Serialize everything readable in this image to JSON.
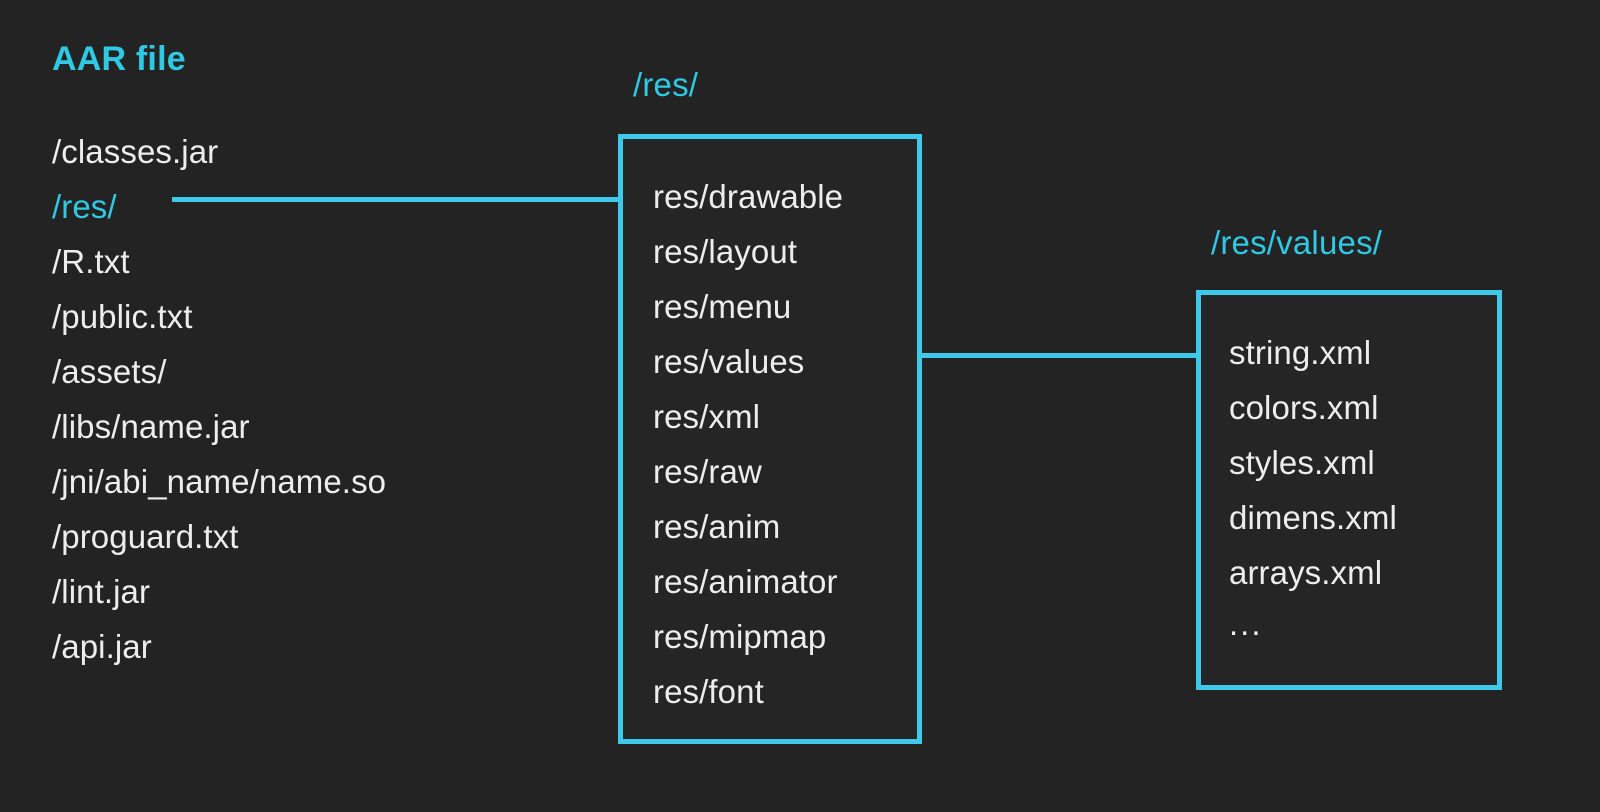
{
  "diagram": {
    "title": "AAR file",
    "colors": {
      "accent": "#3FC9E8",
      "background": "#232323",
      "text": "#EDEDED"
    },
    "aar_entries": [
      {
        "label": "/classes.jar",
        "accent": false
      },
      {
        "label": "/res/",
        "accent": true
      },
      {
        "label": "/R.txt",
        "accent": false
      },
      {
        "label": "/public.txt",
        "accent": false
      },
      {
        "label": "/assets/",
        "accent": false
      },
      {
        "label": "/libs/name.jar",
        "accent": false
      },
      {
        "label": "/jni/abi_name/name.so",
        "accent": false
      },
      {
        "label": "/proguard.txt",
        "accent": false
      },
      {
        "label": "/lint.jar",
        "accent": false
      },
      {
        "label": "/api.jar",
        "accent": false
      }
    ],
    "res_group": {
      "label": "/res/",
      "entries": [
        "res/drawable",
        "res/layout",
        "res/menu",
        "res/values",
        "res/xml",
        "res/raw",
        "res/anim",
        "res/animator",
        "res/mipmap",
        "res/font"
      ]
    },
    "values_group": {
      "label": "/res/values/",
      "entries": [
        "string.xml",
        "colors.xml",
        "styles.xml",
        "dimens.xml",
        "arrays.xml",
        "..."
      ]
    }
  }
}
